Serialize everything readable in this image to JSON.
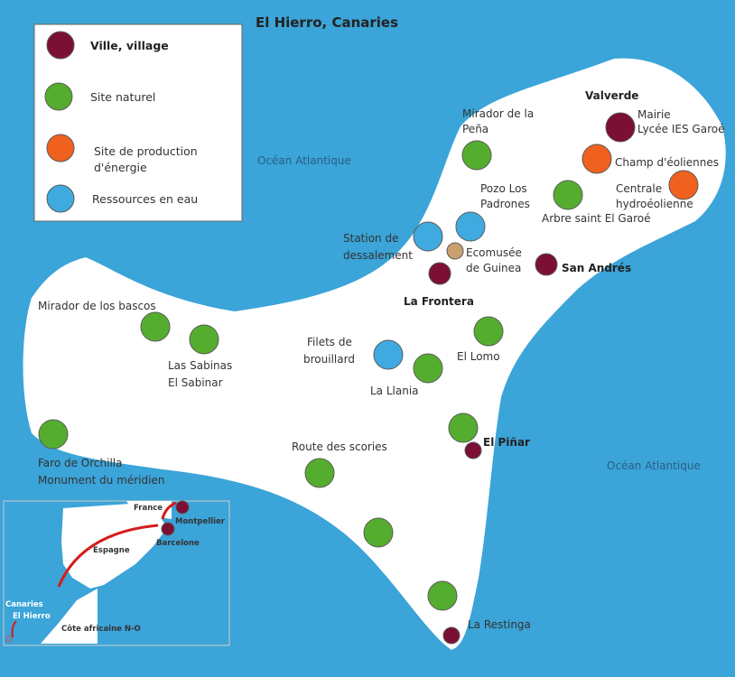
{
  "title": "El Hierro, Canaries",
  "colors": {
    "sea": "#3ba4d8",
    "ville": "#7c0f34",
    "naturel": "#55ad2f",
    "energie": "#f0601f",
    "eau": "#3faadf",
    "ecomusee": "#c9a070"
  },
  "legend": {
    "ville": "Ville, village",
    "naturel": "Site naturel",
    "energie_1": "Site de production",
    "energie_2": "d'énergie",
    "eau": "Ressources en eau"
  },
  "ocean": {
    "north": "Océan Atlantique",
    "east": "Océan Atlantique"
  },
  "labels": {
    "valverde": "Valverde",
    "mairie": "Mairie",
    "lycee": "Lycée IES Garoé",
    "champ": "Champ d'éoliennes",
    "centrale_1": "Centrale",
    "centrale_2": "hydroéolienne",
    "arbre": "Arbre saint El Garoé",
    "mirador_pena_1": "Mirador de la",
    "mirador_pena_2": "Peña",
    "pozo_1": "Pozo Los",
    "pozo_2": "Padrones",
    "station_1": "Station de",
    "station_2": "dessalement",
    "ecomusee_1": "Ecomusée",
    "ecomusee_2": "de Guinea",
    "san_andres": "San Andrés",
    "la_frontera": "La Frontera",
    "mirador_bascos": "Mirador de los bascos",
    "sabinas_1": "Las Sabinas",
    "sabinas_2": "El Sabinar",
    "filets_1": "Filets de",
    "filets_2": "brouillard",
    "el_lomo": "El Lomo",
    "la_llania": "La Llania",
    "el_pinar": "El Piñar",
    "route": "Route des scories",
    "faro_1": "Faro de Orchilla",
    "faro_2": "Monument du méridien",
    "la_restinga": "La Restinga"
  },
  "inset": {
    "france": "France",
    "montpellier": "Montpellier",
    "barcelone": "Barcelone",
    "espagne": "Espagne",
    "canaries": "Canaries",
    "el_hierro": "El Hierro",
    "cote": "Côte africaine N-O"
  }
}
